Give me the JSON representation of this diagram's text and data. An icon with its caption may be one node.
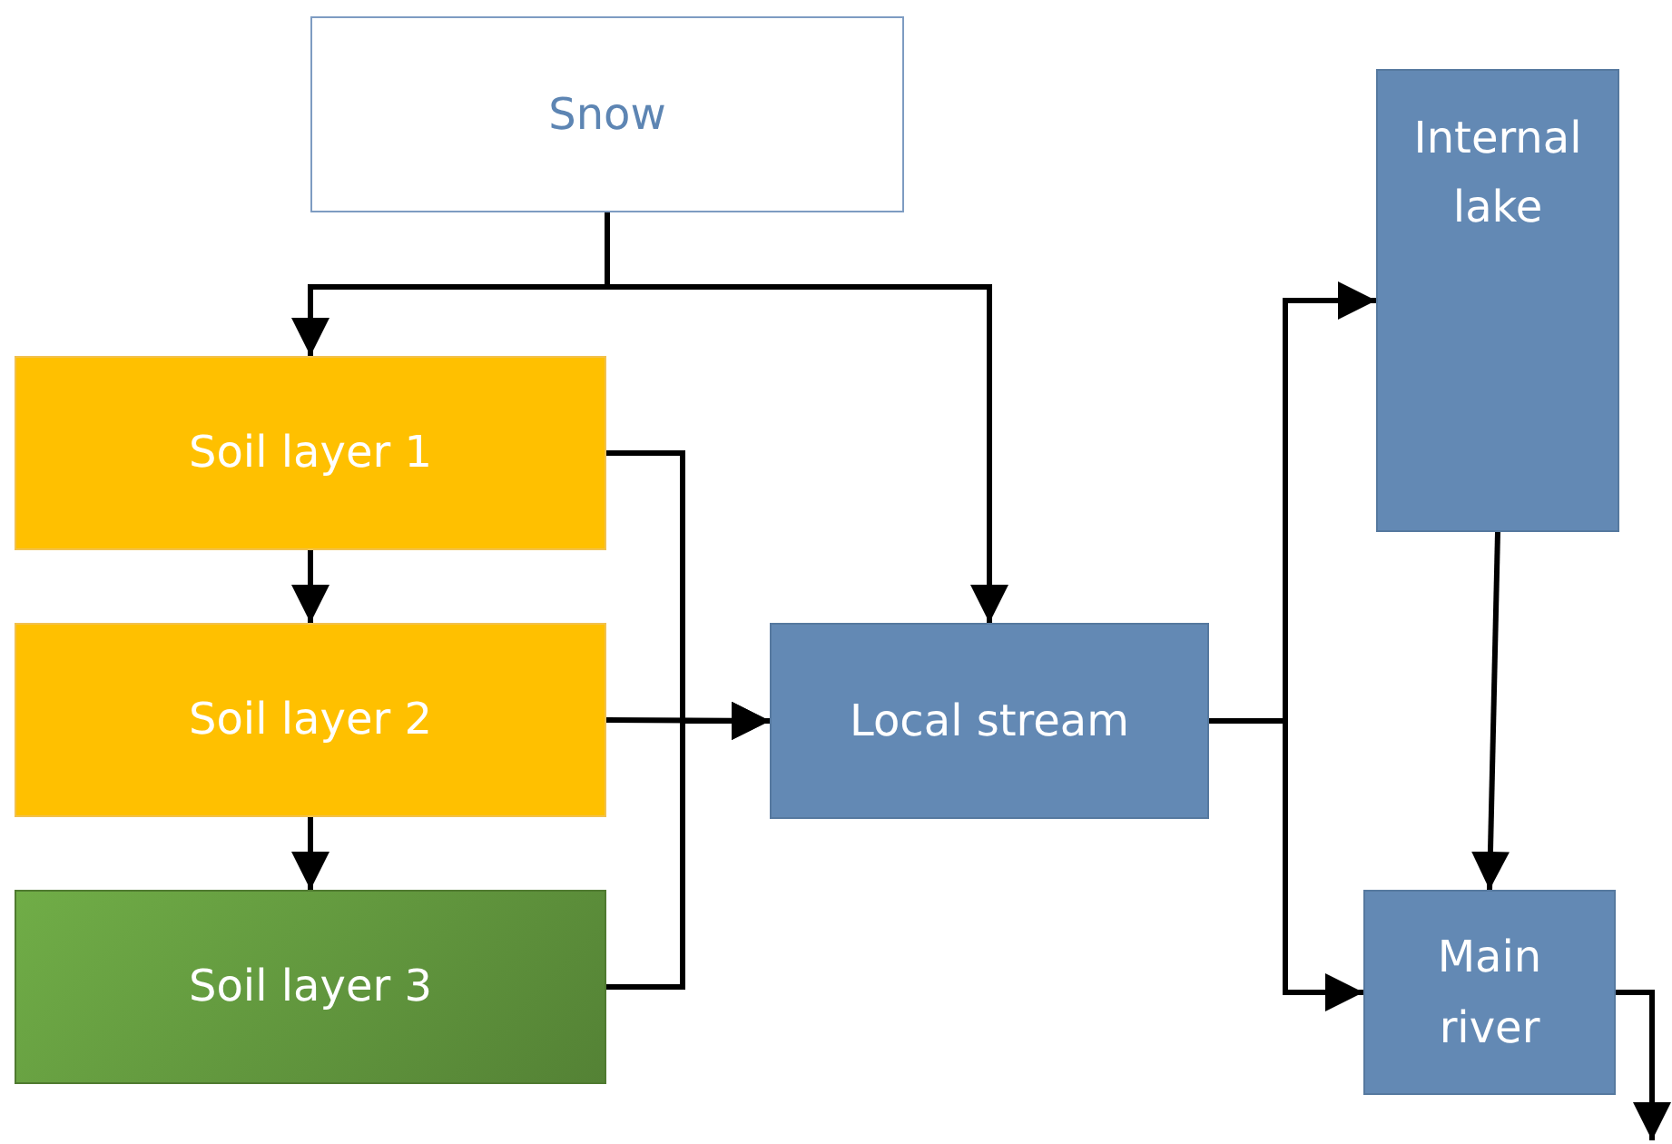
{
  "diagram": {
    "nodes": [
      {
        "text": [
          "Snow"
        ]
      },
      {
        "text": [
          "Soil layer 1"
        ]
      },
      {
        "text": [
          "Soil layer 2"
        ]
      },
      {
        "text": [
          "Soil layer 3"
        ]
      },
      {
        "text": [
          "Local stream"
        ]
      },
      {
        "text": [
          "Internal lake"
        ]
      },
      {
        "text": [
          "Main river"
        ]
      }
    ],
    "edges": [
      {
        "from": 0,
        "to": 1,
        "arrow": "to"
      },
      {
        "from": 0,
        "to": 4,
        "arrow": "to"
      },
      {
        "from": 1,
        "to": 2,
        "arrow": "to"
      },
      {
        "from": 2,
        "to": 3,
        "arrow": "to"
      },
      {
        "from": 1,
        "to": 4,
        "arrow": "to"
      },
      {
        "from": 2,
        "to": 4,
        "arrow": "to"
      },
      {
        "from": 3,
        "to": 4,
        "arrow": "to"
      },
      {
        "from": 4,
        "to": 5,
        "arrow": "to"
      },
      {
        "from": 4,
        "to": 6,
        "arrow": "to"
      },
      {
        "from": 5,
        "to": 6,
        "arrow": "to"
      },
      {
        "from": 6,
        "to": null,
        "arrow": "to"
      }
    ]
  }
}
